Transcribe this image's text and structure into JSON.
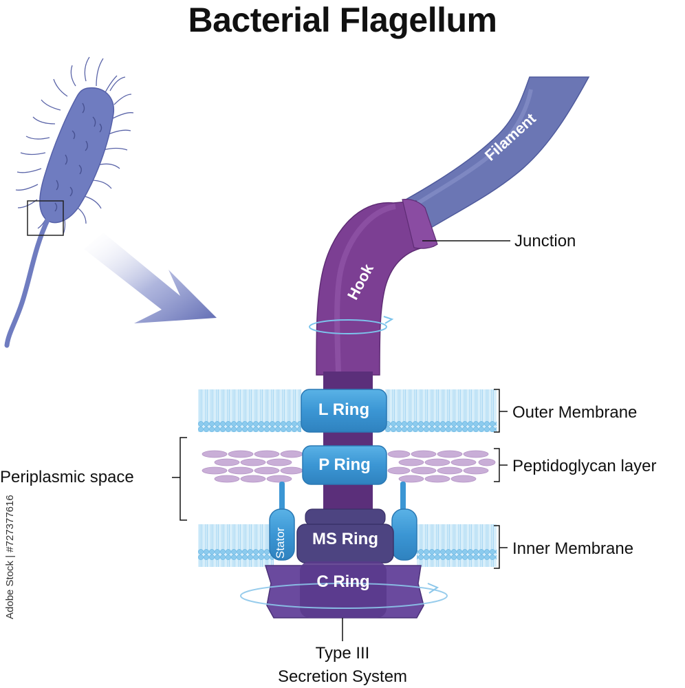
{
  "title": "Bacterial Flagellum",
  "labels": {
    "filament": "Filament",
    "hook": "Hook",
    "junction": "Junction",
    "l_ring": "L Ring",
    "p_ring": "P Ring",
    "ms_ring": "MS Ring",
    "c_ring": "C Ring",
    "stator": "Stator",
    "outer_membrane": "Outer Membrane",
    "peptidoglycan": "Peptidoglycan layer",
    "inner_membrane": "Inner Membrane",
    "periplasmic": "Periplasmic space",
    "type3_line1": "Type III",
    "type3_line2": "Secretion System"
  },
  "watermark": "Adobe Stock | #727377616",
  "colors": {
    "filament": "#6b76b4",
    "hook": "#7c3f93",
    "ring_blue": "#3b9ad8",
    "membrane": "#a9d8f2",
    "peptidoglycan": "#c6a8d4",
    "c_ring": "#5a3a8c",
    "ms_ring": "#4d4481",
    "bacterium": "#6f7cc0"
  }
}
